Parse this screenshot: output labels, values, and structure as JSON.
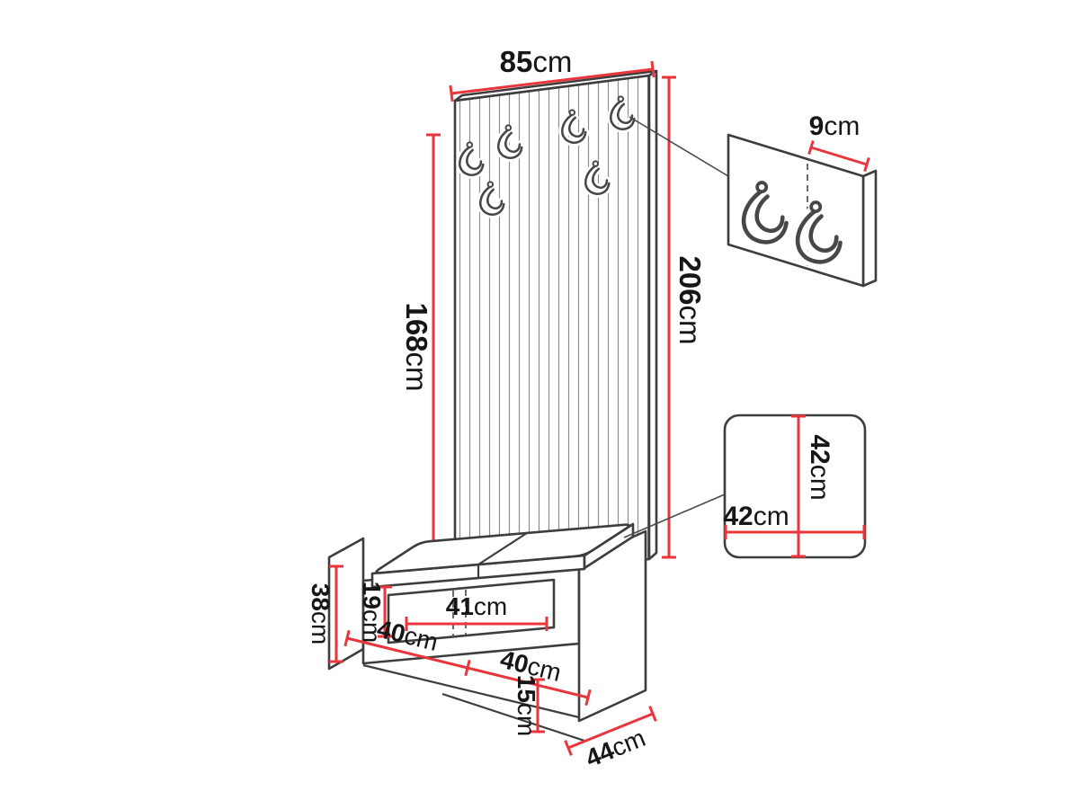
{
  "diagram": {
    "description": "hallway wardrobe set dimension drawing: slatted wall panel with coat hooks, bench with seat cushion, hook strip detail and cushion detail"
  },
  "colors": {
    "dimension_line": "#e8363c",
    "outline": "#3d3d3d",
    "slat": "#8c8c8c",
    "background": "#ffffff"
  },
  "icons": {
    "hook": "coat-hook-icon"
  },
  "dims": {
    "panel_width": {
      "value": "85",
      "unit": "cm"
    },
    "total_height": {
      "value": "206",
      "unit": "cm"
    },
    "upper_panel_height": {
      "value": "168",
      "unit": "cm"
    },
    "hook_strip_width": {
      "value": "9",
      "unit": "cm"
    },
    "seat_depth": {
      "value": "42",
      "unit": "cm"
    },
    "seat_width": {
      "value": "42",
      "unit": "cm"
    },
    "side_height": {
      "value": "38",
      "unit": "cm"
    },
    "niche_height": {
      "value": "19",
      "unit": "cm"
    },
    "niche_width": {
      "value": "41",
      "unit": "cm"
    },
    "section_left": {
      "value": "40",
      "unit": "cm"
    },
    "section_right": {
      "value": "40",
      "unit": "cm"
    },
    "base_height": {
      "value": "15",
      "unit": "cm"
    },
    "bench_depth": {
      "value": "44",
      "unit": "cm"
    }
  }
}
